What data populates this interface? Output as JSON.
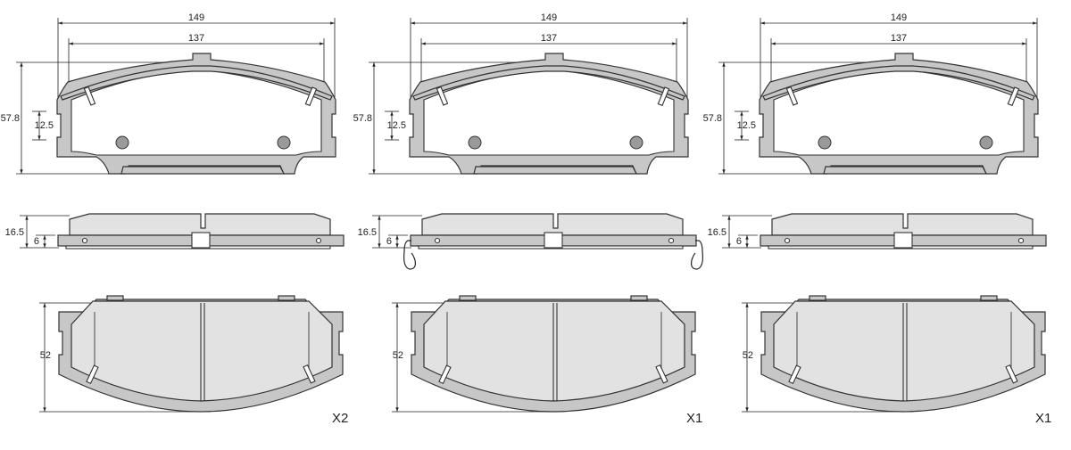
{
  "variants": [
    {
      "dims": {
        "width_outer": "149",
        "width_inner": "137",
        "height_total": "57.8",
        "height_lower": "12.5",
        "thickness_total": "16.5",
        "thickness_plate": "6",
        "height_friction": "52"
      },
      "quantity": "X2",
      "spring_clip": false
    },
    {
      "dims": {
        "width_outer": "149",
        "width_inner": "137",
        "height_total": "57.8",
        "height_lower": "12.5",
        "thickness_total": "16.5",
        "thickness_plate": "6",
        "height_friction": "52"
      },
      "quantity": "X1",
      "spring_clip": true
    },
    {
      "dims": {
        "width_outer": "149",
        "width_inner": "137",
        "height_total": "57.8",
        "height_lower": "12.5",
        "thickness_total": "16.5",
        "thickness_plate": "6",
        "height_friction": "52"
      },
      "quantity": "X1",
      "spring_clip": false
    }
  ]
}
